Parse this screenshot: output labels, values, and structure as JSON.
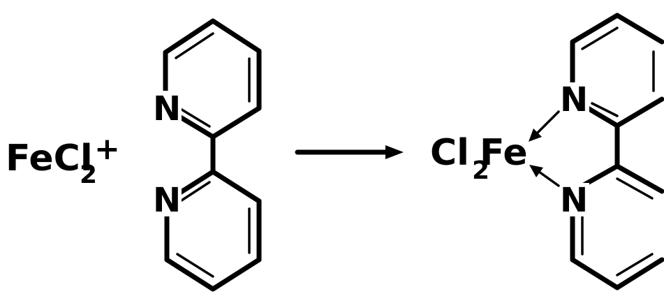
{
  "reactant_metal": {
    "symbol": "FeCl",
    "subscript": "2",
    "plus_sign": "+"
  },
  "ligand": {
    "atom_n_top": "N",
    "atom_n_bottom": "N"
  },
  "product": {
    "cl": "Cl",
    "subscript": "2",
    "fe": "Fe",
    "atom_n_top": "N",
    "atom_n_bottom": "N"
  },
  "colors": {
    "ink": "#000000",
    "background": "#ffffff"
  }
}
